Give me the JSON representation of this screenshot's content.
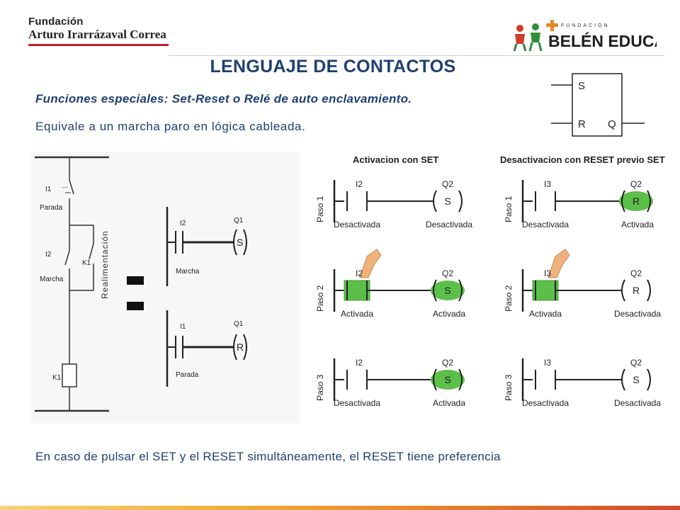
{
  "header": {
    "org_left_line1": "Fundación",
    "org_left_line2": "Arturo Irarrázaval Correa",
    "org_right_small": "FUNDACIÓN",
    "org_right_name": "BELÉN EDUCA"
  },
  "title": "LENGUAJE DE CONTACTOS",
  "subtitle": "Funciones especiales: Set-Reset o Relé de auto enclavamiento.",
  "description": "Equivale a un marcha paro en lógica cableada.",
  "note": "En caso de pulsar el SET y el RESET simultáneamente, el RESET tiene preferencia",
  "sr_block": {
    "s": "S",
    "r": "R",
    "q": "Q"
  },
  "wired": {
    "i1": "I1",
    "i1_label": "Parada",
    "i2": "I2",
    "i2_label": "Marcha",
    "k1_contact": "K1",
    "k1_coil": "K1",
    "feedback": "Realimentación"
  },
  "ladder_mid": {
    "set_contact": "I2",
    "set_coil": "Q1",
    "set_symbol": "S",
    "set_label": "Marcha",
    "reset_contact": "I1",
    "reset_coil": "Q1",
    "reset_symbol": "R",
    "reset_label": "Parada"
  },
  "set_panel": {
    "heading": "Activacion con SET",
    "steps": [
      {
        "step": "Paso 1",
        "contact": "I2",
        "coil": "Q2",
        "symbol": "S",
        "contact_state": "Desactivada",
        "coil_state": "Desactivada"
      },
      {
        "step": "Paso 2",
        "contact": "I2",
        "coil": "Q2",
        "symbol": "S",
        "contact_state": "Activada",
        "coil_state": "Activada"
      },
      {
        "step": "Paso 3",
        "contact": "I2",
        "coil": "Q2",
        "symbol": "S",
        "contact_state": "Desactivada",
        "coil_state": "Activada"
      }
    ]
  },
  "reset_panel": {
    "heading": "Desactivacion con RESET previo SET",
    "steps": [
      {
        "step": "Paso 1",
        "contact": "I3",
        "coil": "Q2",
        "symbol": "R",
        "contact_state": "Desactivada",
        "coil_state": "Activada"
      },
      {
        "step": "Paso 2",
        "contact": "I3",
        "coil": "Q2",
        "symbol": "R",
        "contact_state": "Activada",
        "coil_state": "Desactivada"
      },
      {
        "step": "Paso 3",
        "contact": "I3",
        "coil": "Q2",
        "symbol": "S",
        "contact_state": "Desactivada",
        "coil_state": "Desactivada"
      }
    ]
  },
  "colors": {
    "title": "#1f3f73",
    "active_green": "#5cbf4a",
    "accent_red": "#c01f2f"
  }
}
